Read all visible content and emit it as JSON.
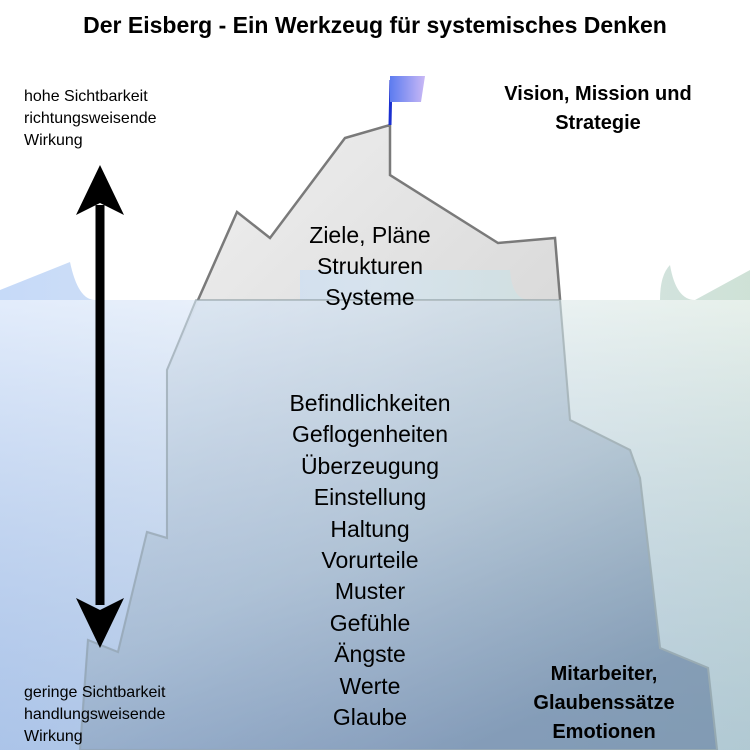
{
  "title": "Der Eisberg - Ein Werkzeug für systemisches Denken",
  "top_left": [
    "hohe Sichtbarkeit",
    "richtungsweisende",
    "Wirkung"
  ],
  "bottom_left": [
    "geringe Sichtbarkeit",
    "handlungsweisende",
    "Wirkung"
  ],
  "top_right": [
    "Vision, Mission und",
    "Strategie"
  ],
  "bottom_right": [
    "Mitarbeiter,",
    "Glaubenssätze",
    "Emotionen"
  ],
  "upper_items": [
    "Ziele, Pläne",
    "Strukturen",
    "Systeme"
  ],
  "lower_items": [
    "Befindlichkeiten",
    "Geflogenheiten",
    "Überzeugung",
    "Einstellung",
    "Haltung",
    "Vorurteile",
    "Muster",
    "Gefühle",
    "Ängste",
    "Werte",
    "Glaube"
  ],
  "colors": {
    "flag": "#6f8cf0",
    "outline": "#7a7a7a",
    "water_left": "#b9d0f5",
    "water_right": "#c5d9d2"
  }
}
